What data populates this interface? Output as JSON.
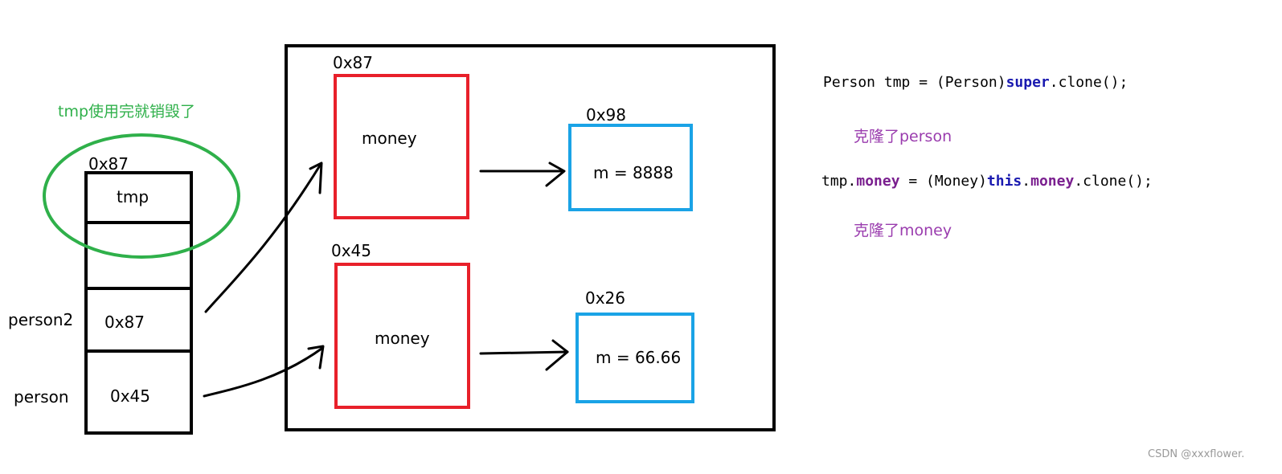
{
  "stack": {
    "top_address": "0x87",
    "cells": [
      "tmp",
      "",
      "0x87",
      "0x45"
    ],
    "row_labels": {
      "person2": "person2",
      "person": "person"
    }
  },
  "notes": {
    "tmp_destroyed": "tmp使用完就销毁了",
    "cloned_person": "克隆了person",
    "cloned_money": "克隆了money"
  },
  "heap": {
    "objects": [
      {
        "address": "0x87",
        "field": "money",
        "money_address": "0x98",
        "money_value": "m = 8888"
      },
      {
        "address": "0x45",
        "field": "money",
        "money_address": "0x26",
        "money_value": "m = 66.66"
      }
    ]
  },
  "code": {
    "line1": {
      "a": "Person tmp = (Person)",
      "kw": "super",
      "b": ".clone();"
    },
    "line2": {
      "a": "tmp.",
      "f1": "money",
      "b": " = (Money)",
      "kw": "this",
      "c": ".",
      "f2": "money",
      "d": ".clone();"
    }
  },
  "watermark": "CSDN @xxxflower.",
  "colors": {
    "object_border": "#e8202a",
    "money_border": "#1aa3e6",
    "note_green": "#2fb04a",
    "note_purple": "#9a3cae"
  }
}
